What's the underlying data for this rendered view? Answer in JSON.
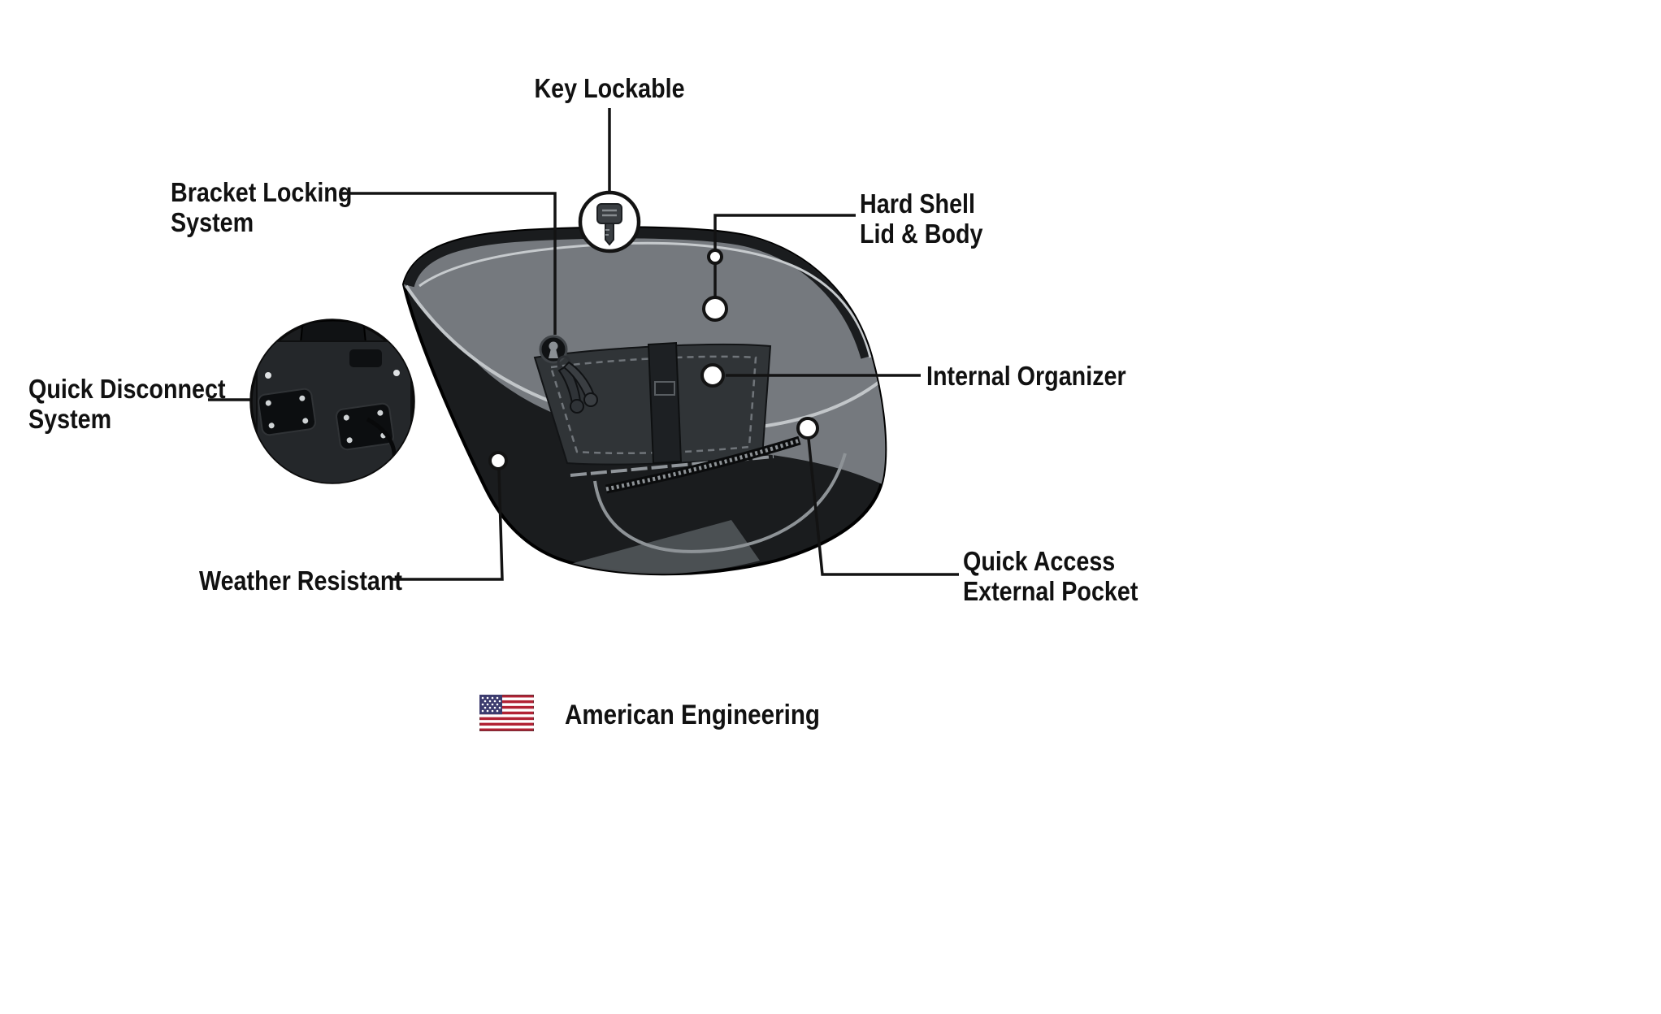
{
  "diagram": {
    "type": "product-feature-callout-diagram",
    "product": "hard shell motorcycle saddlebag illustration",
    "labels": {
      "key_lockable": "Key Lockable",
      "bracket_locking_system": "Bracket Locking\nSystem",
      "hard_shell_lid_body": "Hard Shell\nLid & Body",
      "internal_organizer": "Internal Organizer",
      "quick_disconnect_system": "Quick Disconnect\nSystem",
      "weather_resistant": "Weather Resistant",
      "quick_access_external_pocket": "Quick Access\nExternal Pocket",
      "american_engineering": "American Engineering"
    },
    "icons": {
      "key_icon": "key in circle",
      "keyhole_icon": "lock keyhole with hanging keys",
      "us_flag_icon": "united states flag",
      "callout_dot": "white circle endpoint"
    },
    "colors": {
      "background": "#ffffff",
      "text": "#111111",
      "callout_line": "#131313",
      "bag_black": "#1a1c1e",
      "bag_gray": "#75797e",
      "panel_dark": "#303437",
      "seam_light": "#c2c6c9",
      "flag_red": "#b22234",
      "flag_blue": "#3c3b6e"
    }
  }
}
